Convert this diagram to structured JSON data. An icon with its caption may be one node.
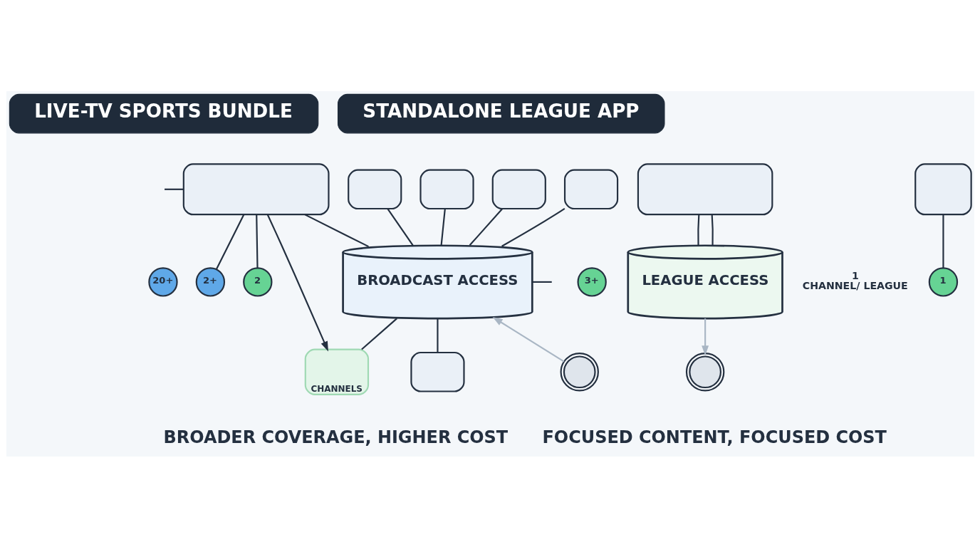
{
  "diagram": {
    "nodes": [
      {
        "text": [
          "LIVE-TV SPORTS BUNDLE"
        ]
      },
      {
        "text": [
          "STANDALONE LEAGUE APP"
        ]
      },
      {
        "text": [],
        "shape": "box"
      },
      {
        "text": [],
        "shape": "box"
      },
      {
        "text": [],
        "shape": "box"
      },
      {
        "text": [],
        "shape": "box"
      },
      {
        "text": [],
        "shape": "box"
      },
      {
        "text": [
          "20+"
        ]
      },
      {
        "text": [
          "2+"
        ]
      },
      {
        "text": [
          "2"
        ]
      },
      {
        "text": [
          "3+"
        ]
      },
      {
        "text": [
          "BROADCAST ACCESS"
        ]
      },
      {
        "text": [
          "CHANNELS"
        ]
      },
      {
        "text": [],
        "shape": "box"
      },
      {
        "text": [],
        "shape": "picture"
      },
      {
        "text": [],
        "shape": "box"
      },
      {
        "text": [],
        "shape": "box"
      },
      {
        "text": [
          "1"
        ]
      },
      {
        "text": [
          "LEAGUE ACCESS"
        ],
        "beside": [
          "1 CHANNEL/ LEAGUE"
        ]
      },
      {
        "text": [],
        "shape": "picture"
      }
    ],
    "edges": [
      {
        "from": null,
        "to": 2,
        "arrow": "none"
      },
      {
        "from": 2,
        "to": 8,
        "arrow": "none"
      },
      {
        "from": 2,
        "to": 11,
        "arrow": "none"
      },
      {
        "from": 2,
        "to": 9,
        "arrow": "none"
      },
      {
        "from": 2,
        "to": 12,
        "arrow": "to"
      },
      {
        "from": 3,
        "to": 11,
        "arrow": "none"
      },
      {
        "from": 4,
        "to": 11,
        "arrow": "none"
      },
      {
        "from": 5,
        "to": 11,
        "arrow": "none"
      },
      {
        "from": 6,
        "to": 11,
        "arrow": "none"
      },
      {
        "from": 11,
        "to": 12,
        "arrow": "none"
      },
      {
        "from": 11,
        "to": 13,
        "arrow": "none"
      },
      {
        "from": 11,
        "to": null,
        "arrow": "none"
      },
      {
        "from": 14,
        "to": 11,
        "arrow": "to",
        "color": "#a9b6c4"
      },
      {
        "from": 15,
        "to": 18,
        "arrow": "none"
      },
      {
        "from": 15,
        "to": 18,
        "arrow": "none"
      },
      {
        "from": 16,
        "to": 17,
        "arrow": "none"
      },
      {
        "from": 18,
        "to": 19,
        "arrow": "to",
        "color": "#a9b6c4"
      }
    ],
    "labels": [
      "BROADER COVERAGE, HIGHER COST",
      "FOCUSED CONTENT, FOCUSED COST"
    ]
  }
}
